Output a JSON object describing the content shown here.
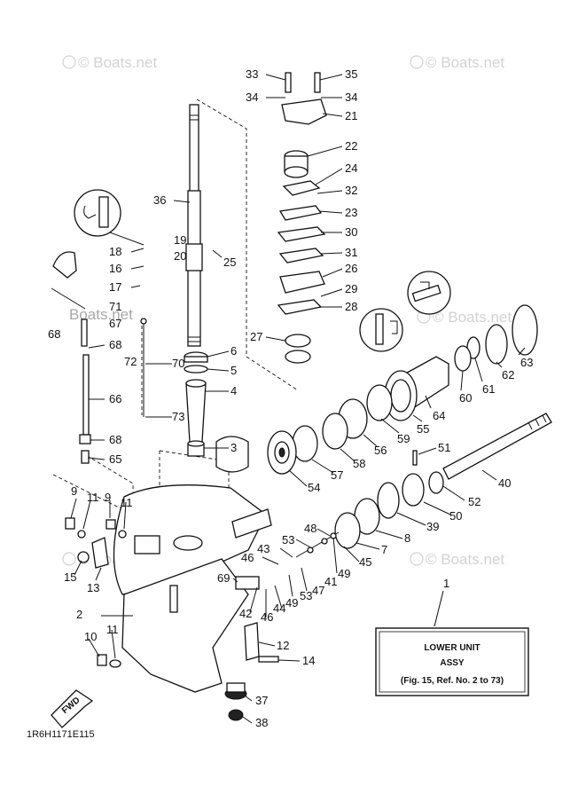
{
  "watermarks": [
    "© Boats.net",
    "© Boats.net",
    "© Boats.net",
    "© Boats.net",
    "© Boats.net",
    "Boats.net"
  ],
  "diagram": {
    "code": "1R6H1171E115",
    "fwd_label": "FWD"
  },
  "assy_box": {
    "line1": "LOWER UNIT",
    "line2": "ASSY",
    "line3": "(Fig. 15, Ref. No. 2 to 73)"
  },
  "callouts": [
    "33",
    "35",
    "34",
    "34",
    "21",
    "22",
    "24",
    "32",
    "23",
    "30",
    "31",
    "26",
    "29",
    "28",
    "27",
    "36",
    "19",
    "20",
    "25",
    "18",
    "16",
    "17",
    "71",
    "67",
    "68",
    "68",
    "72",
    "70",
    "6",
    "5",
    "4",
    "66",
    "73",
    "68",
    "3",
    "65",
    "63",
    "62",
    "61",
    "60",
    "64",
    "55",
    "59",
    "56",
    "58",
    "57",
    "54",
    "51",
    "40",
    "52",
    "50",
    "39",
    "8",
    "7",
    "45",
    "49",
    "48",
    "53",
    "43",
    "46",
    "69",
    "41",
    "47",
    "53",
    "49",
    "44",
    "42",
    "46",
    "12",
    "14",
    "37",
    "38",
    "9",
    "11",
    "9",
    "11",
    "15",
    "13",
    "2",
    "10",
    "11",
    "1"
  ]
}
